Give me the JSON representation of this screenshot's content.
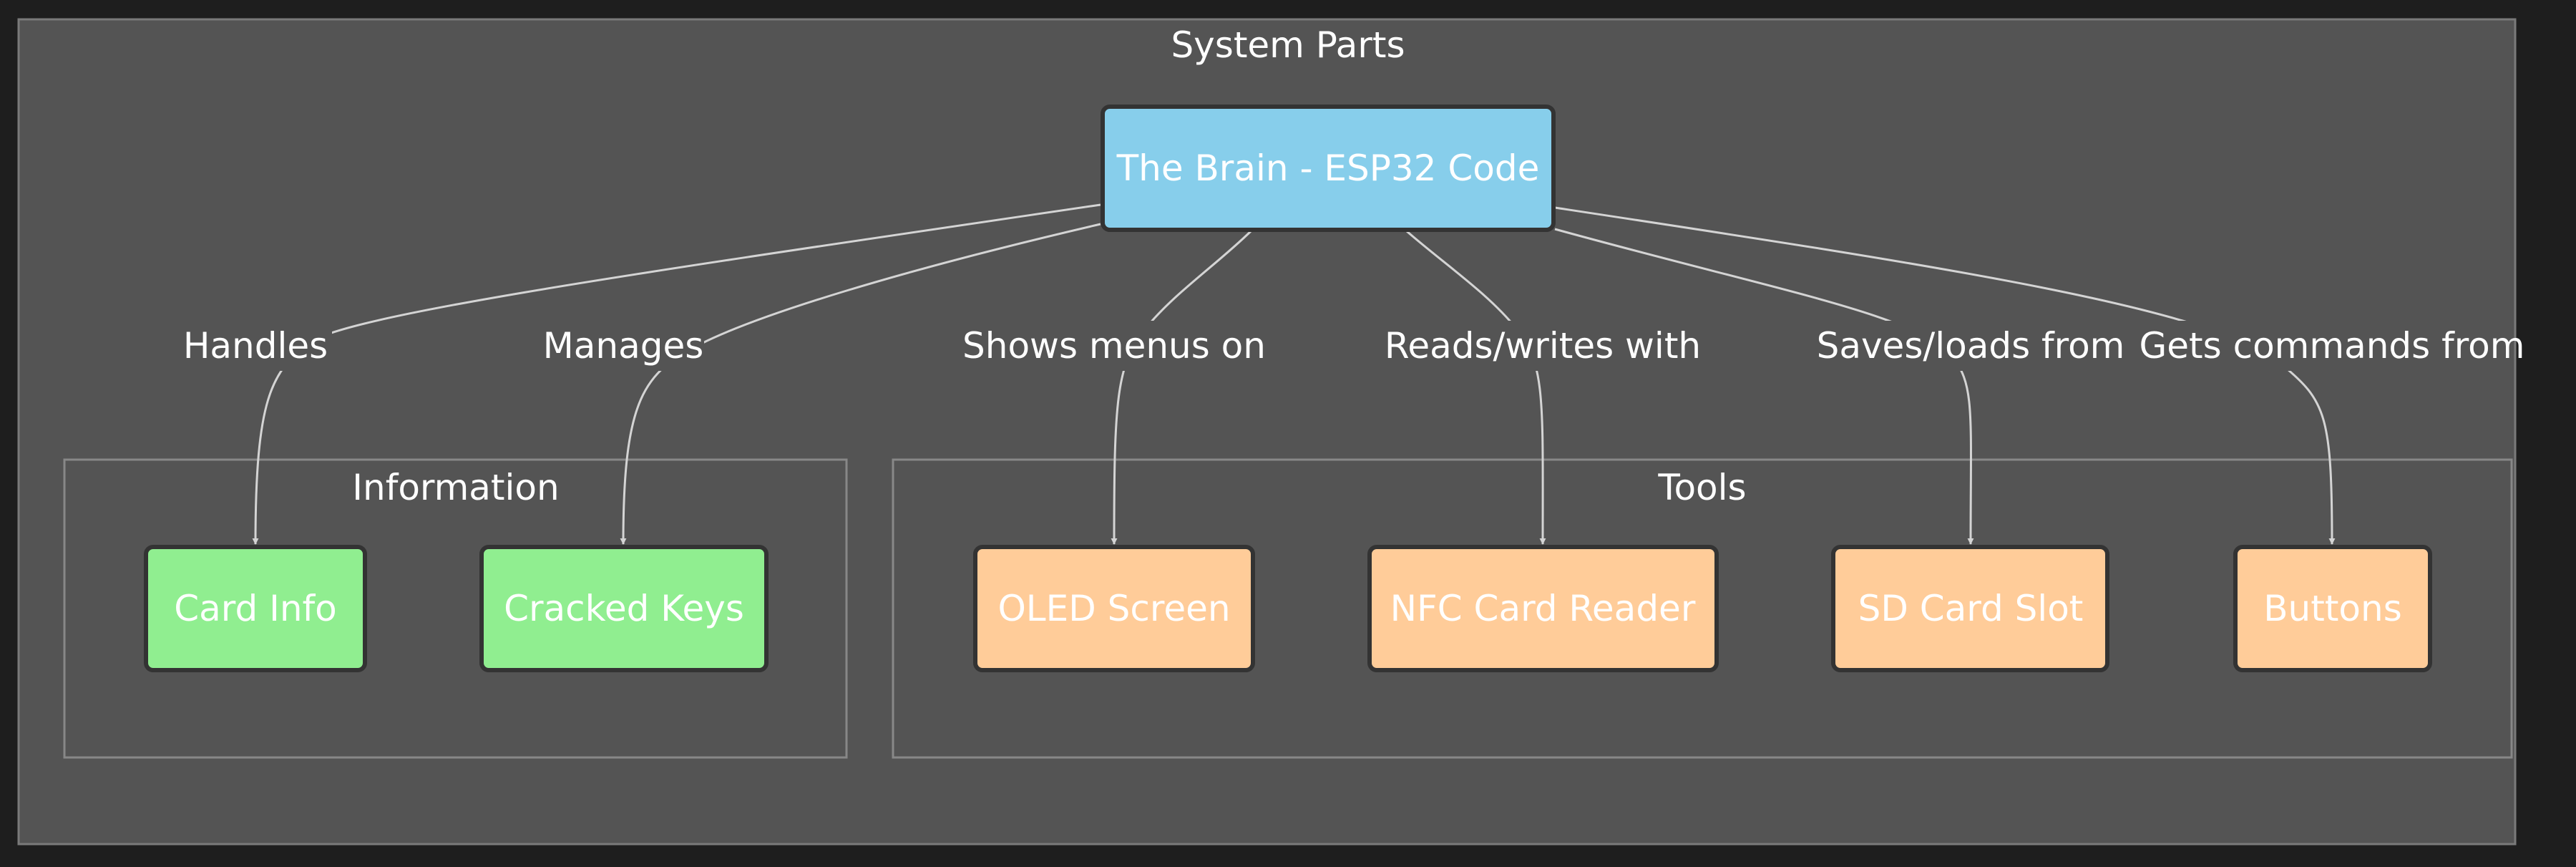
{
  "diagram": {
    "title": "System Parts",
    "colors": {
      "background": "#1e1e1e",
      "panel": "#545454",
      "panel_border": "#7a7a7a",
      "cluster_border": "#888888",
      "brain_fill": "#87ceeb",
      "info_fill": "#90ee90",
      "tool_fill": "#ffcc99",
      "node_border": "#333333",
      "edge": "#d4d4d4",
      "text_light": "#ffffff",
      "text_dark": "#333333"
    },
    "root": {
      "label": "The Brain - ESP32 Code"
    },
    "clusters": [
      {
        "id": "information",
        "title": "Information"
      },
      {
        "id": "tools",
        "title": "Tools"
      }
    ],
    "nodes": [
      {
        "id": "card-info",
        "label": "Card Info",
        "cluster": "information"
      },
      {
        "id": "cracked-keys",
        "label": "Cracked Keys",
        "cluster": "information"
      },
      {
        "id": "oled-screen",
        "label": "OLED Screen",
        "cluster": "tools"
      },
      {
        "id": "nfc-card-reader",
        "label": "NFC Card Reader",
        "cluster": "tools"
      },
      {
        "id": "sd-card-slot",
        "label": "SD Card Slot",
        "cluster": "tools"
      },
      {
        "id": "buttons",
        "label": "Buttons",
        "cluster": "tools"
      }
    ],
    "edges": [
      {
        "from": "root",
        "to": "card-info",
        "label": "Handles"
      },
      {
        "from": "root",
        "to": "cracked-keys",
        "label": "Manages"
      },
      {
        "from": "root",
        "to": "oled-screen",
        "label": "Shows menus on"
      },
      {
        "from": "root",
        "to": "nfc-card-reader",
        "label": "Reads/writes with"
      },
      {
        "from": "root",
        "to": "sd-card-slot",
        "label": "Saves/loads from"
      },
      {
        "from": "root",
        "to": "buttons",
        "label": "Gets commands from"
      }
    ]
  }
}
